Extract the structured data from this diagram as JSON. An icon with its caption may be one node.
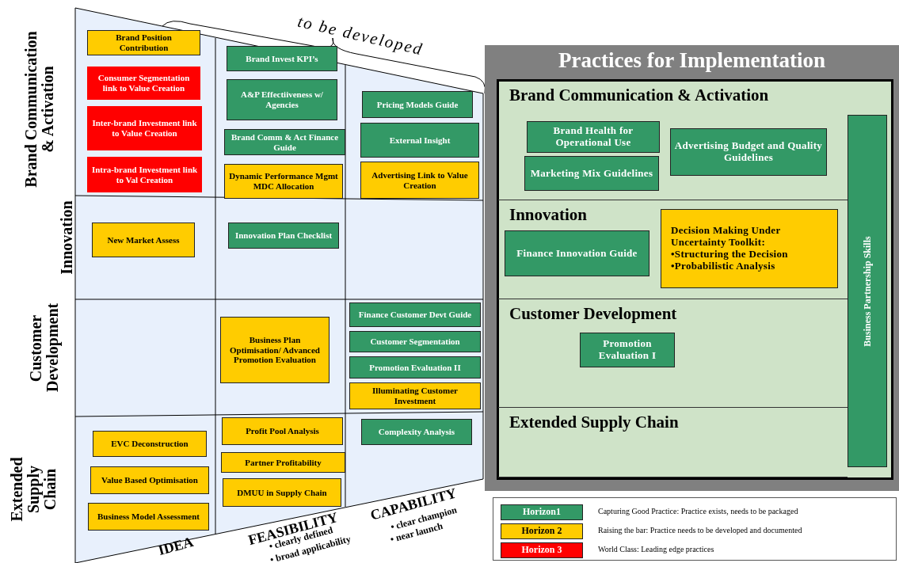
{
  "diagram": {
    "nodes": [
      {
        "text": [
          "Brand Position Contribution"
        ]
      },
      {
        "text": [
          "Consumer Segmentation link to Value Creation"
        ]
      },
      {
        "text": [
          "Inter-brand Investment link to Value Creation"
        ]
      },
      {
        "text": [
          "Intra-brand Investment link to Val Creation"
        ]
      },
      {
        "text": [
          "Brand Invest KPI’s"
        ]
      },
      {
        "text": [
          "A&P Effectiiveness w/ Agencies"
        ]
      },
      {
        "text": [
          "Brand Comm & Act Finance Guide"
        ]
      },
      {
        "text": [
          "Dynamic Performance Mgmt MDC Allocation"
        ]
      },
      {
        "text": [
          "Pricing Models Guide"
        ]
      },
      {
        "text": [
          "External Insight"
        ]
      },
      {
        "text": [
          "Advertising Link to Value Creation"
        ]
      },
      {
        "text": [
          "New Market Assess"
        ]
      },
      {
        "text": [
          "Innovation Plan Checklist"
        ]
      },
      {
        "text": [
          "Business Plan Optimisation/ Advanced Promotion Evaluation"
        ]
      },
      {
        "text": [
          "Finance Customer Devt Guide"
        ]
      },
      {
        "text": [
          "Customer Segmentation"
        ]
      },
      {
        "text": [
          "Promotion Evaluation II"
        ]
      },
      {
        "text": [
          "Illuminating Customer Investment"
        ]
      },
      {
        "text": [
          "EVC Deconstruction"
        ]
      },
      {
        "text": [
          "Value Based Optimisation"
        ]
      },
      {
        "text": [
          "Business Model Assessment"
        ]
      },
      {
        "text": [
          "Profit Pool Analysis"
        ]
      },
      {
        "text": [
          "Partner Profitability"
        ]
      },
      {
        "text": [
          "DMUU in Supply Chain"
        ]
      },
      {
        "text": [
          "Complexity Analysis"
        ]
      },
      {
        "text": [
          "Practices for Implementation"
        ]
      },
      {
        "text": [
          "Brand Communication & Activation"
        ],
        "in": 25
      },
      {
        "text": [
          "Brand Health for Operational Use"
        ],
        "in": 26
      },
      {
        "text": [
          "Marketing Mix Guidelines"
        ],
        "in": 26
      },
      {
        "text": [
          "Advertising Budget and Quality Guidelines"
        ],
        "in": 26
      },
      {
        "text": [
          "Innovation"
        ],
        "in": 25
      },
      {
        "text": [
          "Finance Innovation Guide"
        ],
        "in": 30
      },
      {
        "text": [
          "Decision Making Under Uncertainty Toolkit:",
          "•Structuring the Decision",
          "•Probabilistic Analysis"
        ],
        "in": 30
      },
      {
        "text": [
          "Customer Development"
        ],
        "in": 25
      },
      {
        "text": [
          "Promotion Evaluation I"
        ],
        "in": 33
      },
      {
        "text": [
          "Extended Supply Chain"
        ],
        "in": 25
      },
      {
        "text": [
          "Business Partnership Skills"
        ],
        "in": 25
      }
    ],
    "labels": [
      "Brand Communication & Activation",
      "Innovation",
      "Customer Development",
      "Extended Supply Chain",
      "to be developed",
      "IDEA",
      "FEASIBILITY",
      "• clearly defined",
      "• broad applicability",
      "CAPABILITY",
      "• clear champion",
      "• near launch",
      "Horizon1",
      "Horizon 2",
      "Horizon 3"
    ],
    "legend": [
      {
        "text": "Capturing Good Practice: Practice exists, needs to be packaged",
        "color": "#339966"
      },
      {
        "text": "Raising the bar:  Practice needs to be developed and documented",
        "color": "#ffcc00"
      },
      {
        "text": "World Class: Leading edge practices",
        "color": "#ff0000"
      }
    ]
  }
}
